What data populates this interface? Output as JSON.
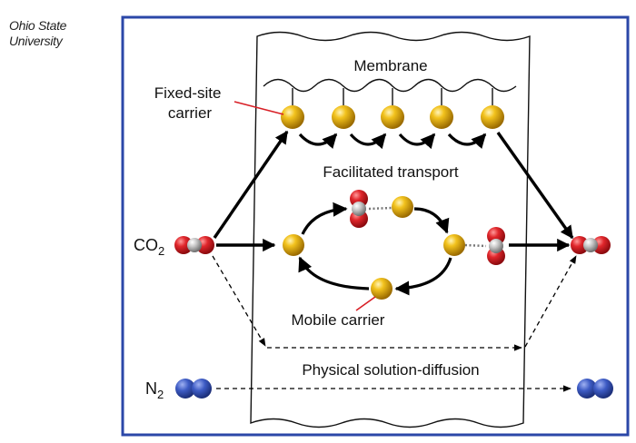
{
  "credit": {
    "line1": "Ohio State",
    "line2": "University"
  },
  "diagram": {
    "membrane_label": "Membrane",
    "fixed_site_label_line1": "Fixed-site",
    "fixed_site_label_line2": "carrier",
    "facilitated_label": "Facilitated transport",
    "co2_label": "CO",
    "co2_subscript": "2",
    "mobile_label": "Mobile carrier",
    "diffusion_label": "Physical solution-diffusion",
    "n2_label": "N",
    "n2_subscript": "2"
  },
  "colors": {
    "frame": "#2b47a8",
    "carrier": "#e8b214",
    "oxygen": "#d81f26",
    "carbon": "#a9a9a9",
    "nitrogen": "#3a56b8",
    "pointer": "#d81f26"
  }
}
